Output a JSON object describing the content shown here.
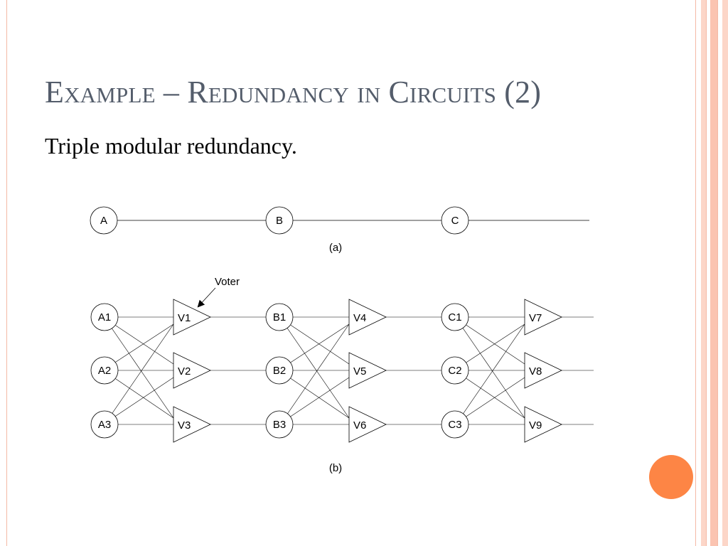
{
  "slide": {
    "title": "Example – Redundancy in Circuits (2)",
    "body": "Triple modular redundancy."
  },
  "colors": {
    "title": "#545d6b",
    "frame": "#f4b9a6",
    "accent_dot": "#fd8545"
  },
  "diagram": {
    "part_a": {
      "caption": "(a)",
      "nodes": [
        "A",
        "B",
        "C"
      ]
    },
    "part_b": {
      "caption": "(b)",
      "annotation": "Voter",
      "stages": [
        {
          "modules": [
            "A1",
            "A2",
            "A3"
          ],
          "voters": [
            "V1",
            "V2",
            "V3"
          ]
        },
        {
          "modules": [
            "B1",
            "B2",
            "B3"
          ],
          "voters": [
            "V4",
            "V5",
            "V6"
          ]
        },
        {
          "modules": [
            "C1",
            "C2",
            "C3"
          ],
          "voters": [
            "V7",
            "V8",
            "V9"
          ]
        }
      ]
    }
  }
}
